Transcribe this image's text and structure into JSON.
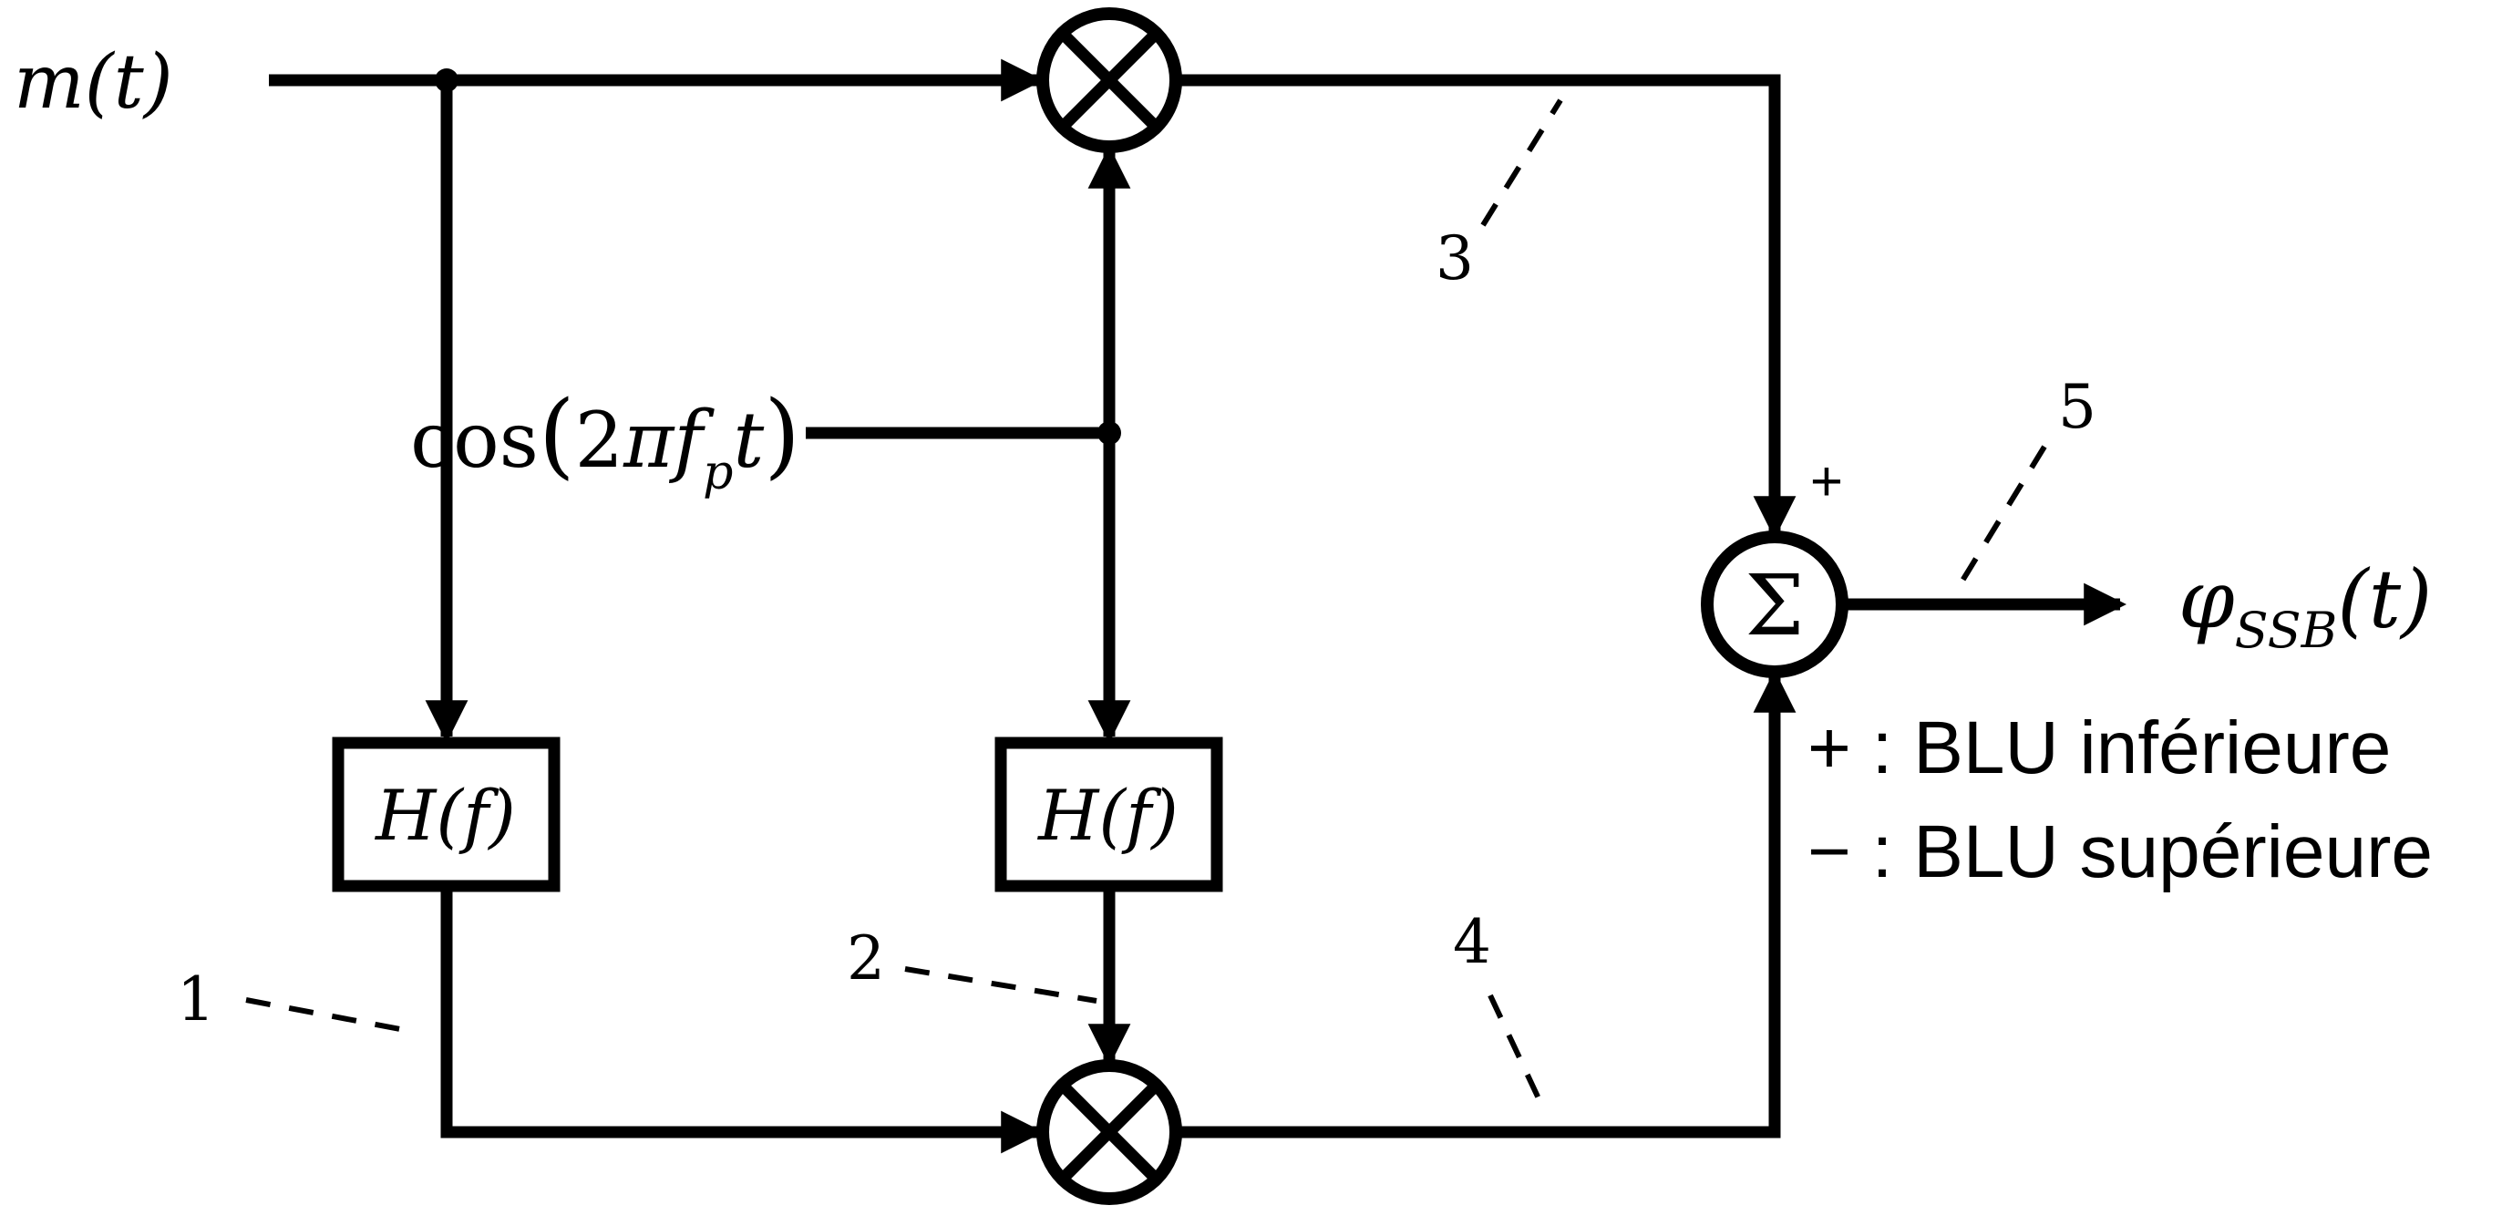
{
  "diagram": {
    "colors": {
      "ink": "#000000",
      "background": "#ffffff"
    },
    "input_label": "m(t)",
    "carrier": {
      "cos": "cos",
      "open": "(",
      "two": "2",
      "pi": "π",
      "f": "f",
      "sub_p": "p",
      "t": "t",
      "close": ")"
    },
    "filter_left_label": "H(f)",
    "filter_right_label": "H(f)",
    "sum_symbol": "Σ",
    "sum_plus_sign": "+",
    "output": {
      "phi": "φ",
      "sub": "SSB",
      "paren_t": "(t)"
    },
    "legend": {
      "line1": "+ : BLU inférieure",
      "line2": "− : BLU supérieure"
    },
    "annotations": {
      "n1": "1",
      "n2": "2",
      "n3": "3",
      "n4": "4",
      "n5": "5"
    }
  }
}
